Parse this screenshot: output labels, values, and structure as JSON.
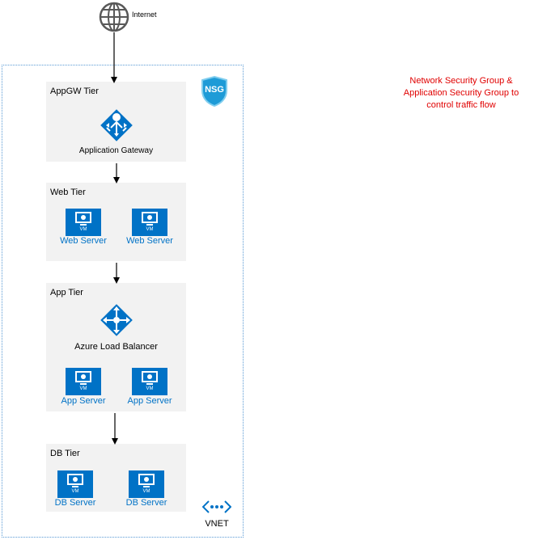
{
  "internet": {
    "label": "Internet",
    "icon": "globe-icon"
  },
  "nsg": {
    "label": "NSG",
    "icon": "shield-icon"
  },
  "vnet": {
    "label": "VNET",
    "icon": "vnet-icon"
  },
  "note": {
    "lines": [
      "Network Security Group &",
      "Application Security Group to",
      "control traffic flow"
    ]
  },
  "tiers": {
    "appgw": {
      "title": "AppGW Tier",
      "service": "Application Gateway"
    },
    "web": {
      "title": "Web Tier",
      "vm1": "Web Server",
      "vm2": "Web Server"
    },
    "app": {
      "title": "App Tier",
      "service": "Azure Load Balancer",
      "vm1": "App Server",
      "vm2": "App Server"
    },
    "db": {
      "title": "DB Tier",
      "vm1": "DB Server",
      "vm2": "DB Server"
    }
  },
  "vm_badge": "VM",
  "colors": {
    "azure_blue": "#0072c6",
    "note_red": "#e00000",
    "tier_bg": "#f2f2f2",
    "vnet_border": "#5b9bd5"
  }
}
